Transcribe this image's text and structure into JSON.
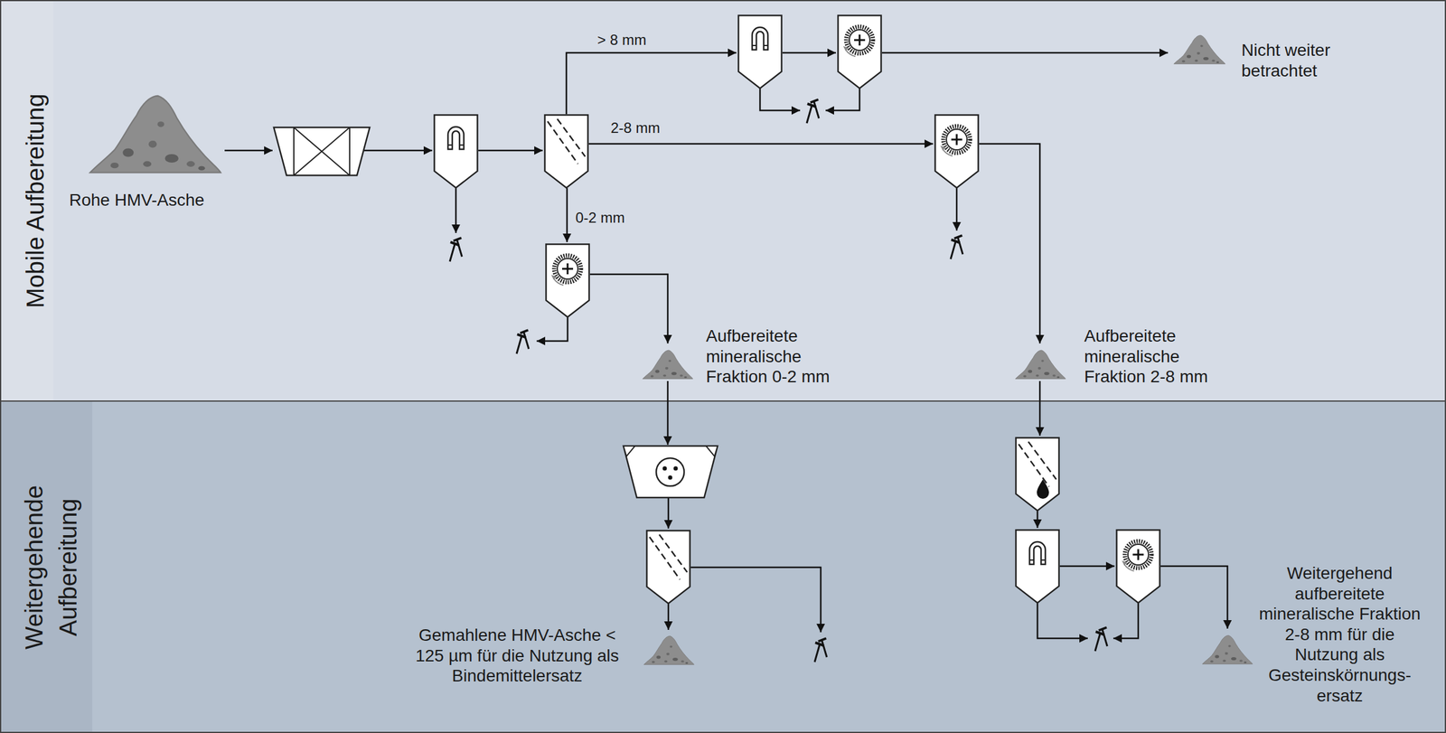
{
  "diagram": {
    "nodes": [
      {
        "text": [
          "Mobile Aufbereitung"
        ]
      },
      {
        "text": [
          "Weitergehende Aufbereitung"
        ]
      }
    ],
    "labels": [
      "> 8 mm",
      "2-8 mm",
      "0-2 mm",
      "Rohe HMV-Asche",
      "Nicht weiter betrachtet",
      "Aufbereitete mineralische Fraktion 0-2 mm",
      "Aufbereitete mineralische Fraktion 2-8 mm",
      "Gemahlene HMV-Asche < 125 µm für die Nutzung als Bindemittelersatz",
      "Weitergehend aufbereitete mineralische Fraktion 2-8 mm für die Nutzung als Gesteinskörnungs- ersatz"
    ]
  }
}
